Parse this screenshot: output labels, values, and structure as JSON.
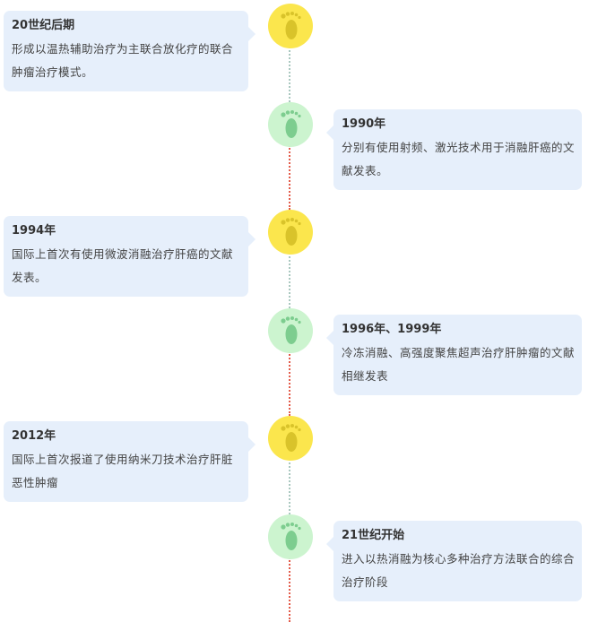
{
  "timeline": {
    "events": [
      {
        "title": "20世纪后期",
        "text": "形成以温热辅助治疗为主联合放化疗的联合肿瘤治疗模式。",
        "side": "left",
        "color": "yellow",
        "icon": "footprint-icon"
      },
      {
        "title": "1990年",
        "text": "分别有使用射频、激光技术用于消融肝癌的文献发表。",
        "side": "right",
        "color": "green",
        "icon": "footprint-icon"
      },
      {
        "title": "1994年",
        "text": "国际上首次有使用微波消融治疗肝癌的文献发表。",
        "side": "left",
        "color": "yellow",
        "icon": "footprint-icon"
      },
      {
        "title": "1996年、1999年",
        "text": "冷冻消融、高强度聚焦超声治疗肝肿瘤的文献相继发表",
        "side": "right",
        "color": "green",
        "icon": "footprint-icon"
      },
      {
        "title": "2012年",
        "text": "国际上首次报道了使用纳米刀技术治疗肝脏恶性肿瘤",
        "side": "left",
        "color": "yellow",
        "icon": "footprint-icon"
      },
      {
        "title": "21世纪开始",
        "text": "进入以热消融为核心多种治疗方法联合的综合治疗阶段",
        "side": "right",
        "color": "green",
        "icon": "footprint-icon"
      }
    ],
    "colors": {
      "yellow_node": "#fbe64d",
      "yellow_foot": "#d9c32a",
      "green_node": "#ccf4cf",
      "green_foot": "#7dcd8f",
      "card_bg": "#e6effb",
      "line_red": "#e35b4a",
      "line_gray": "#a9c7bf"
    }
  }
}
